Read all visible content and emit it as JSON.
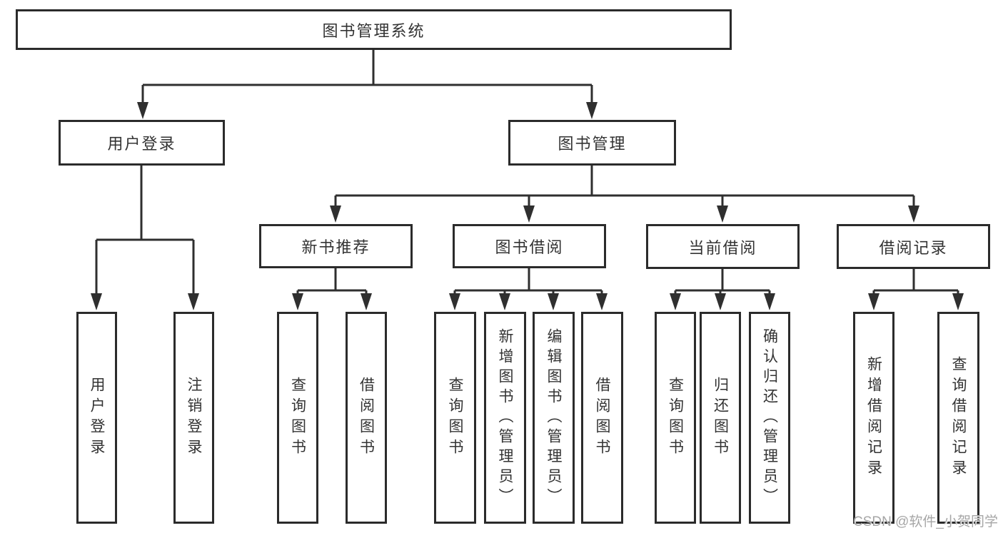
{
  "tree": {
    "root": {
      "label": "图书管理系统"
    },
    "children": [
      {
        "label": "用户登录",
        "children": [
          {
            "label": "用户登录"
          },
          {
            "label": "注销登录"
          }
        ]
      },
      {
        "label": "图书管理",
        "children": [
          {
            "label": "新书推荐",
            "children": [
              {
                "label": "查询图书"
              },
              {
                "label": "借阅图书"
              }
            ]
          },
          {
            "label": "图书借阅",
            "children": [
              {
                "label": "查询图书"
              },
              {
                "label": "新增图书（管理员）"
              },
              {
                "label": "编辑图书（管理员）"
              },
              {
                "label": "借阅图书"
              }
            ]
          },
          {
            "label": "当前借阅",
            "children": [
              {
                "label": "查询图书"
              },
              {
                "label": "归还图书"
              },
              {
                "label": "确认归还（管理员）"
              }
            ]
          },
          {
            "label": "借阅记录",
            "children": [
              {
                "label": "新增借阅记录"
              },
              {
                "label": "查询借阅记录"
              }
            ]
          }
        ]
      }
    ]
  },
  "colors": {
    "line": "#2f2f2f",
    "border": "#2b2b2b",
    "text": "#333333",
    "watermark": "#a6a6a6"
  },
  "watermark": "CSDN @软件_小贺同学"
}
